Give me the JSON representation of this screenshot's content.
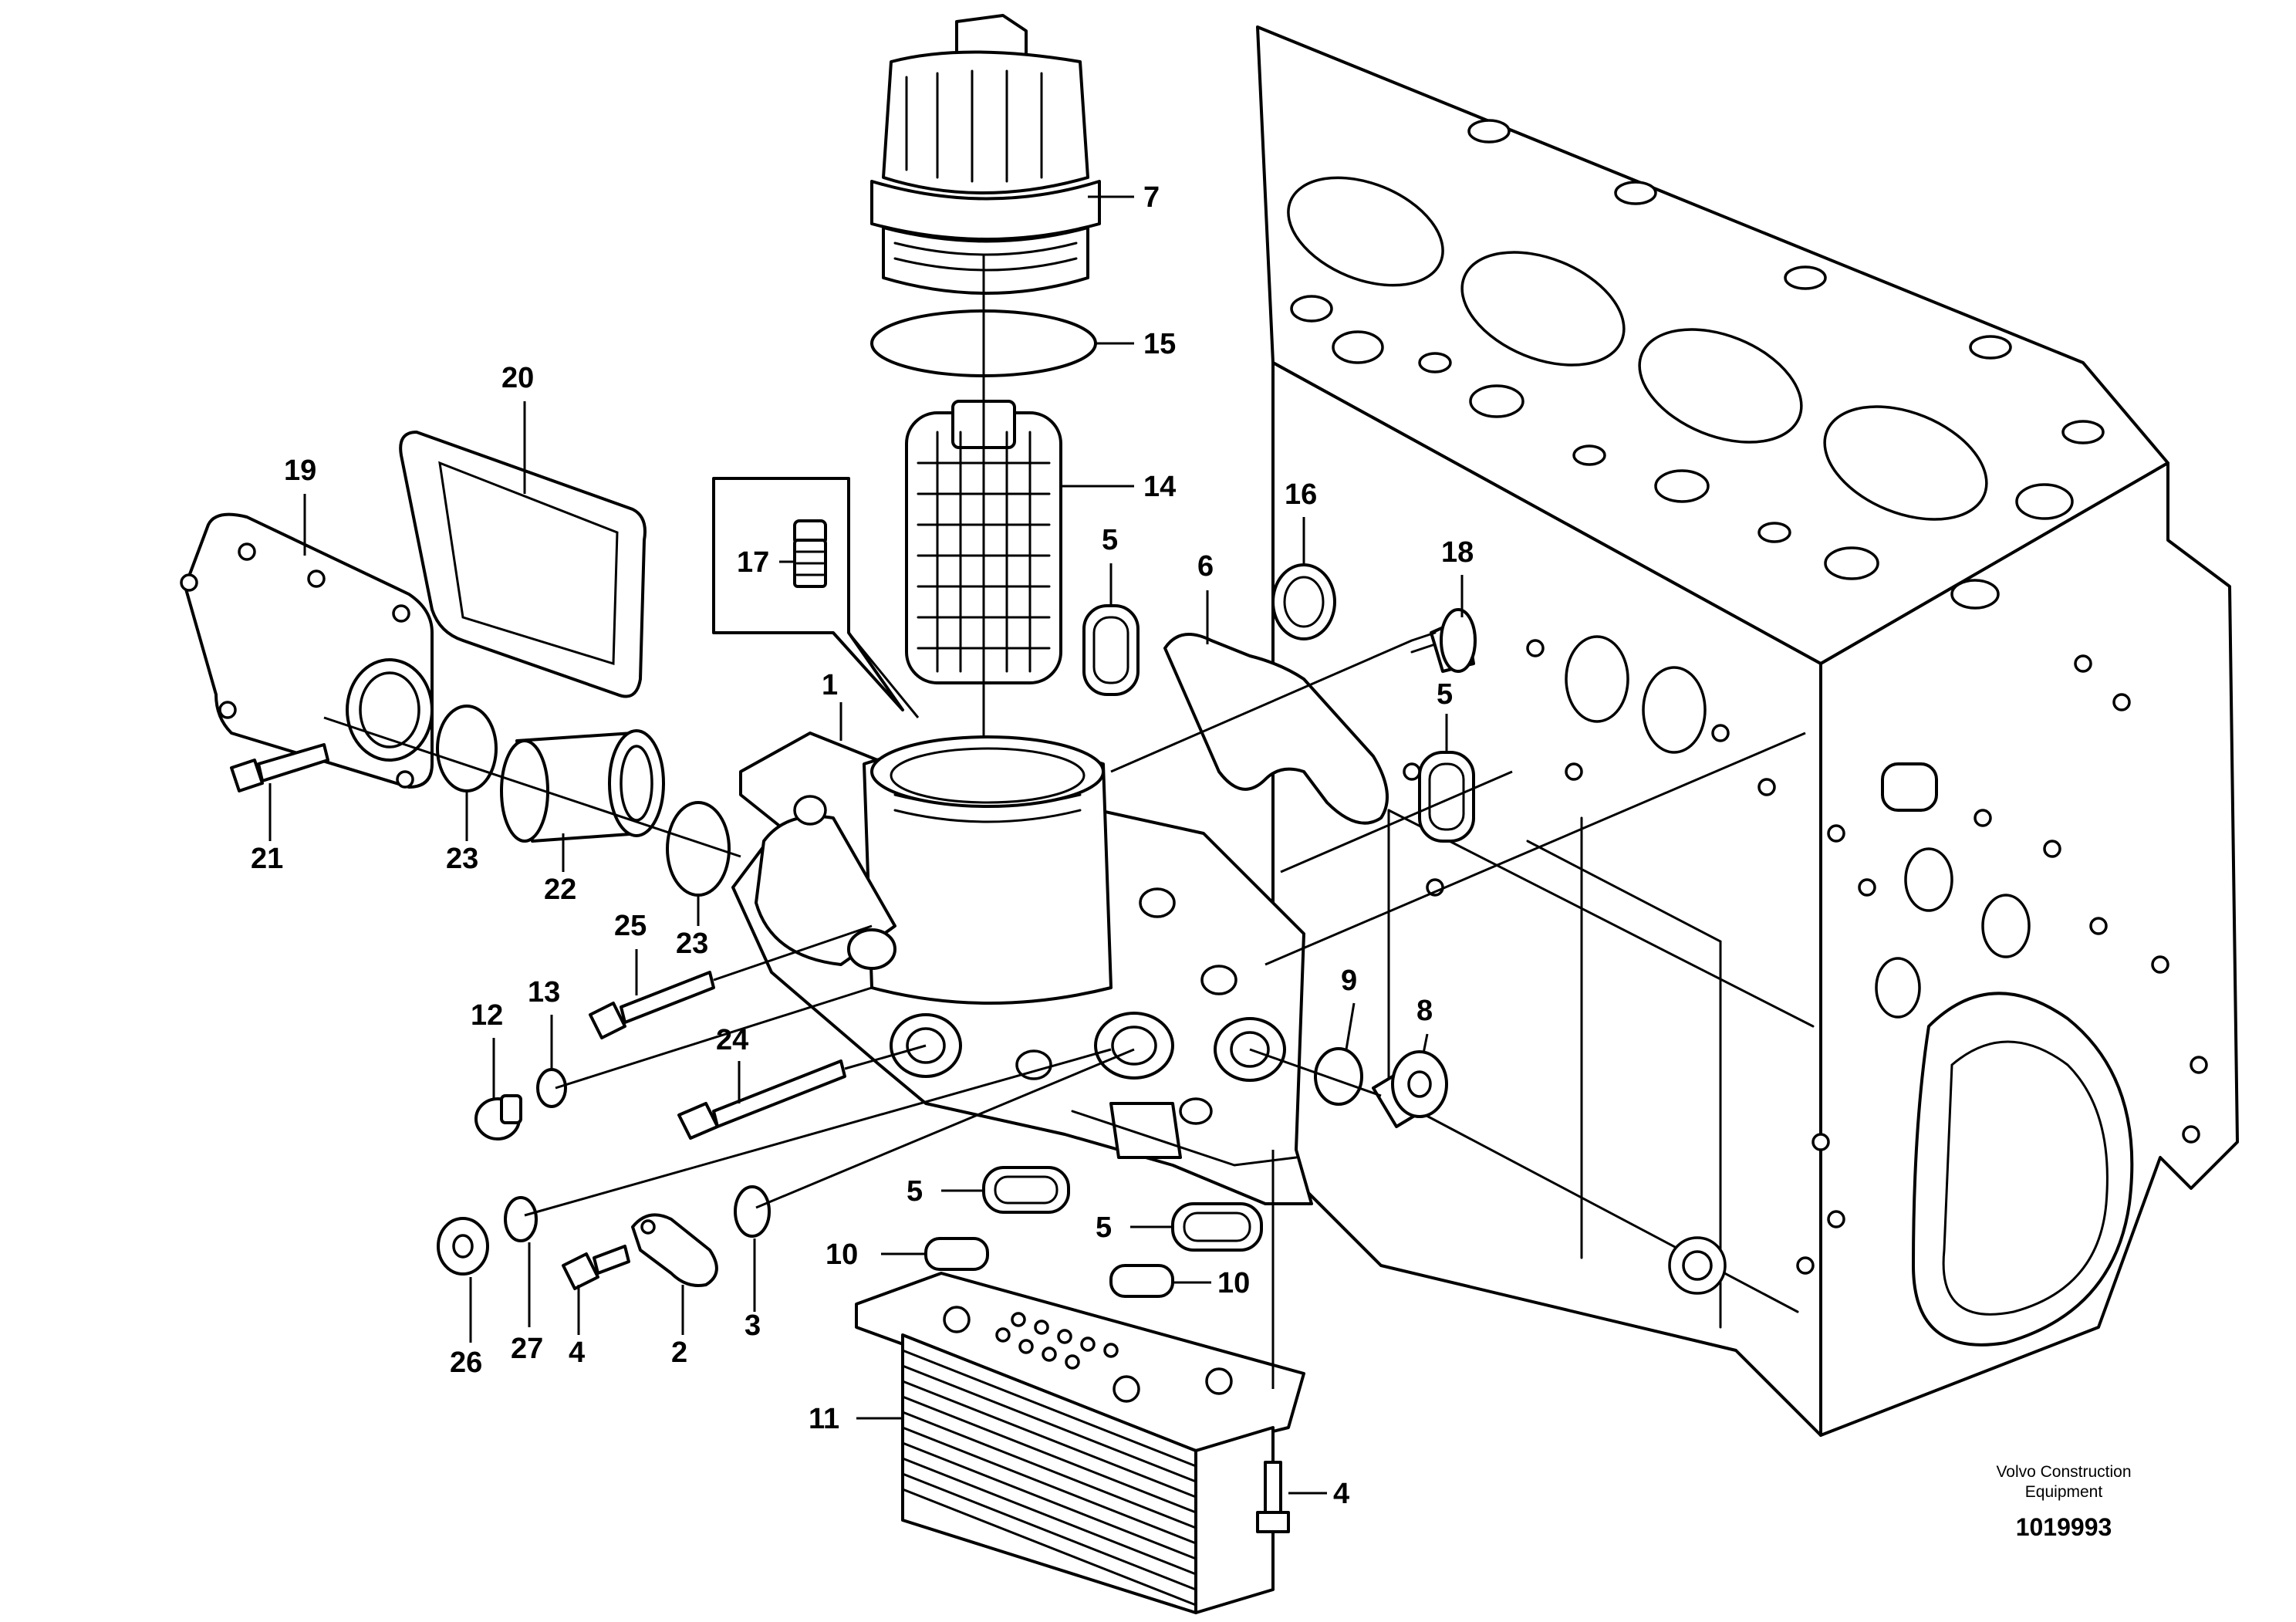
{
  "labels": [
    {
      "id": "1",
      "text": "1"
    },
    {
      "id": "2",
      "text": "2"
    },
    {
      "id": "3",
      "text": "3"
    },
    {
      "id": "4a",
      "text": "4"
    },
    {
      "id": "4b",
      "text": "4"
    },
    {
      "id": "5a",
      "text": "5"
    },
    {
      "id": "5b",
      "text": "5"
    },
    {
      "id": "5c",
      "text": "5"
    },
    {
      "id": "5d",
      "text": "5"
    },
    {
      "id": "6",
      "text": "6"
    },
    {
      "id": "7",
      "text": "7"
    },
    {
      "id": "8",
      "text": "8"
    },
    {
      "id": "9",
      "text": "9"
    },
    {
      "id": "10a",
      "text": "10"
    },
    {
      "id": "10b",
      "text": "10"
    },
    {
      "id": "11",
      "text": "11"
    },
    {
      "id": "12",
      "text": "12"
    },
    {
      "id": "13",
      "text": "13"
    },
    {
      "id": "14",
      "text": "14"
    },
    {
      "id": "15",
      "text": "15"
    },
    {
      "id": "16",
      "text": "16"
    },
    {
      "id": "17",
      "text": "17"
    },
    {
      "id": "18",
      "text": "18"
    },
    {
      "id": "19",
      "text": "19"
    },
    {
      "id": "20",
      "text": "20"
    },
    {
      "id": "21",
      "text": "21"
    },
    {
      "id": "22",
      "text": "22"
    },
    {
      "id": "23a",
      "text": "23"
    },
    {
      "id": "23b",
      "text": "23"
    },
    {
      "id": "24",
      "text": "24"
    },
    {
      "id": "25",
      "text": "25"
    },
    {
      "id": "26",
      "text": "26"
    },
    {
      "id": "27",
      "text": "27"
    }
  ],
  "brand": {
    "line1": "Volvo Construction",
    "line2": "Equipment"
  },
  "reference_number": "1019993"
}
